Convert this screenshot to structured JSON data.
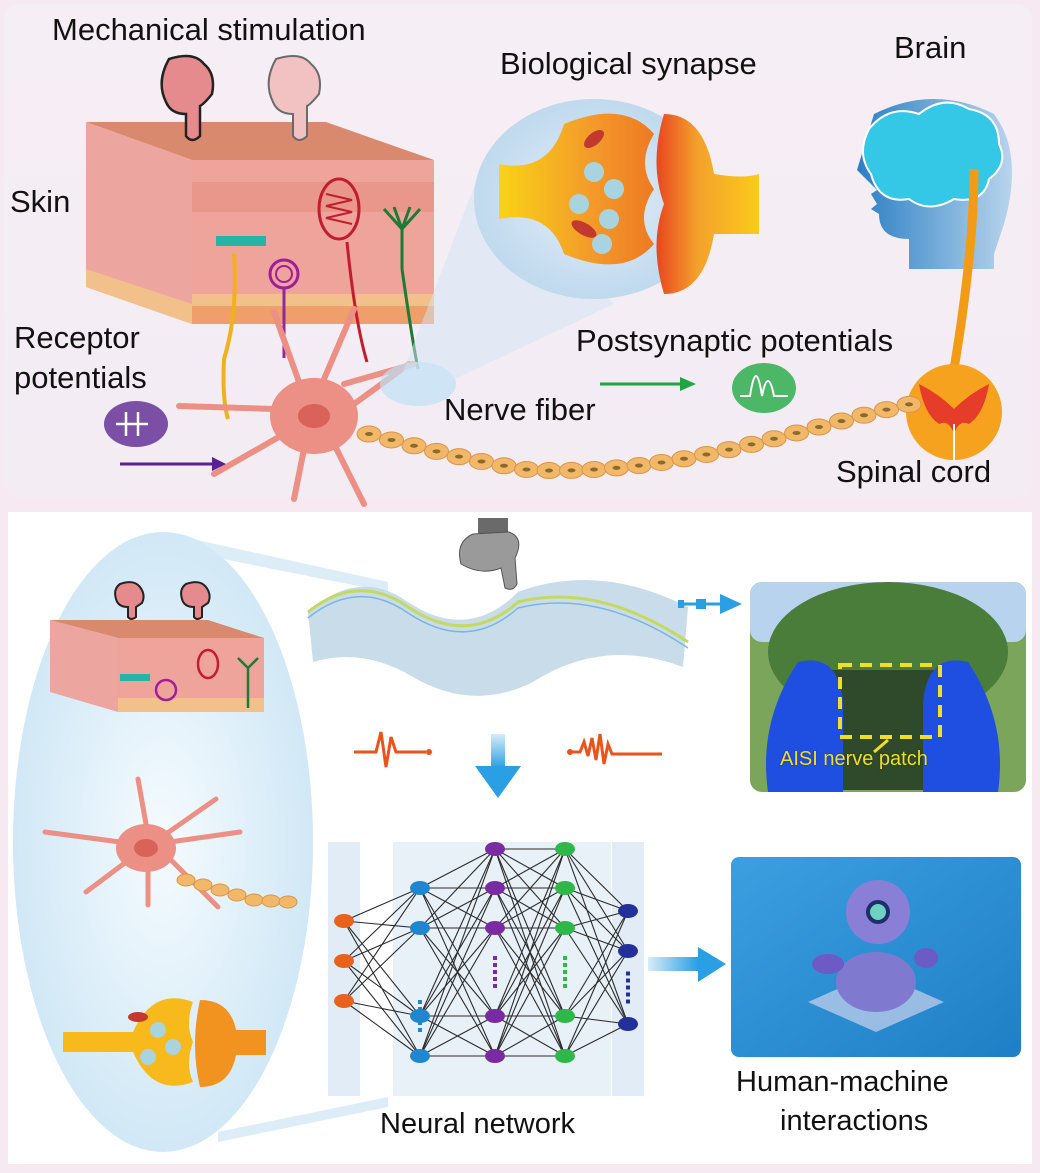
{
  "top_panel": {
    "labels": {
      "mechanical_stimulation": "Mechanical stimulation",
      "skin": "Skin",
      "biological_synapse": "Biological synapse",
      "brain": "Brain",
      "receptor_potentials_line1": "Receptor",
      "receptor_potentials_line2": "potentials",
      "postsynaptic_potentials": "Postsynaptic potentials",
      "nerve_fiber": "Nerve fiber",
      "spinal_cord": "Spinal cord"
    },
    "icons": [
      "finger-press-icon",
      "skin-block-icon",
      "synapse-icon",
      "head-brain-icon",
      "neuron-icon",
      "nerve-fiber-icon",
      "spinal-cord-icon",
      "receptor-signal-icon",
      "postsynaptic-signal-icon"
    ]
  },
  "bottom_panel": {
    "labels": {
      "patch_caption": "AISI nerve patch",
      "neural_network": "Neural network",
      "hmi_line1": "Human-machine",
      "hmi_line2": "interactions"
    },
    "neural_network_layers": [
      {
        "name": "input",
        "nodes": 3,
        "color": "#e8621d"
      },
      {
        "name": "hidden-1",
        "nodes": 4,
        "color": "#1f86cf"
      },
      {
        "name": "hidden-2",
        "nodes": 5,
        "color": "#7a2ba3"
      },
      {
        "name": "hidden-3",
        "nodes": 5,
        "color": "#2fb84a"
      },
      {
        "name": "output",
        "nodes": 3,
        "color": "#23309a"
      }
    ]
  },
  "colors": {
    "skin_top": "#d98a6e",
    "skin_body": "#eba39a",
    "synapse_yellow": "#f9c814",
    "synapse_orange": "#f08a24",
    "brain_cyan": "#36c9e6",
    "head_blue": "#2d86c9",
    "fiber_tan": "#f1b86a",
    "receptor_purple": "#7b4fa6",
    "postsyn_green": "#4cb867",
    "arrow_blue": "#27a2e6",
    "signal_orange": "#e9531c"
  }
}
